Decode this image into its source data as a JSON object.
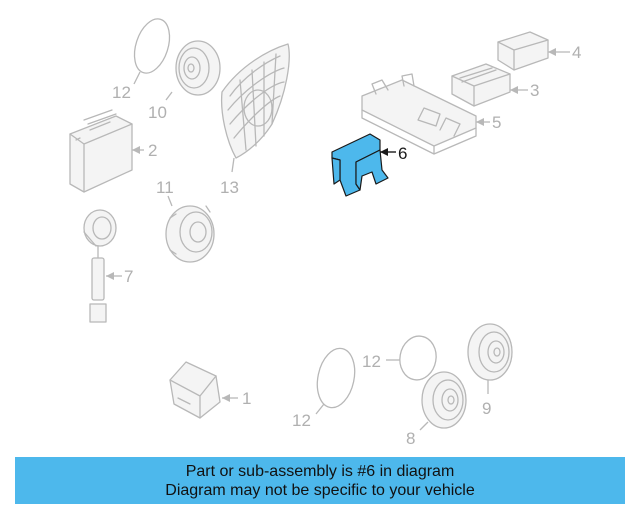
{
  "callouts": {
    "c1": "1",
    "c2": "2",
    "c3": "3",
    "c4": "4",
    "c5": "5",
    "c6": "6",
    "c7": "7",
    "c8": "8",
    "c9": "9",
    "c10": "10",
    "c11": "11",
    "c12a": "12",
    "c12b": "12",
    "c12c": "12",
    "c13": "13"
  },
  "highlighted_part": "6",
  "colors": {
    "highlight": "#4db8ec",
    "part_outline": "#b8b8b8",
    "banner": "#4db8ec"
  },
  "banner": {
    "line1": "Part or sub-assembly is #6 in diagram",
    "line2": "Diagram may not be specific to your vehicle"
  }
}
